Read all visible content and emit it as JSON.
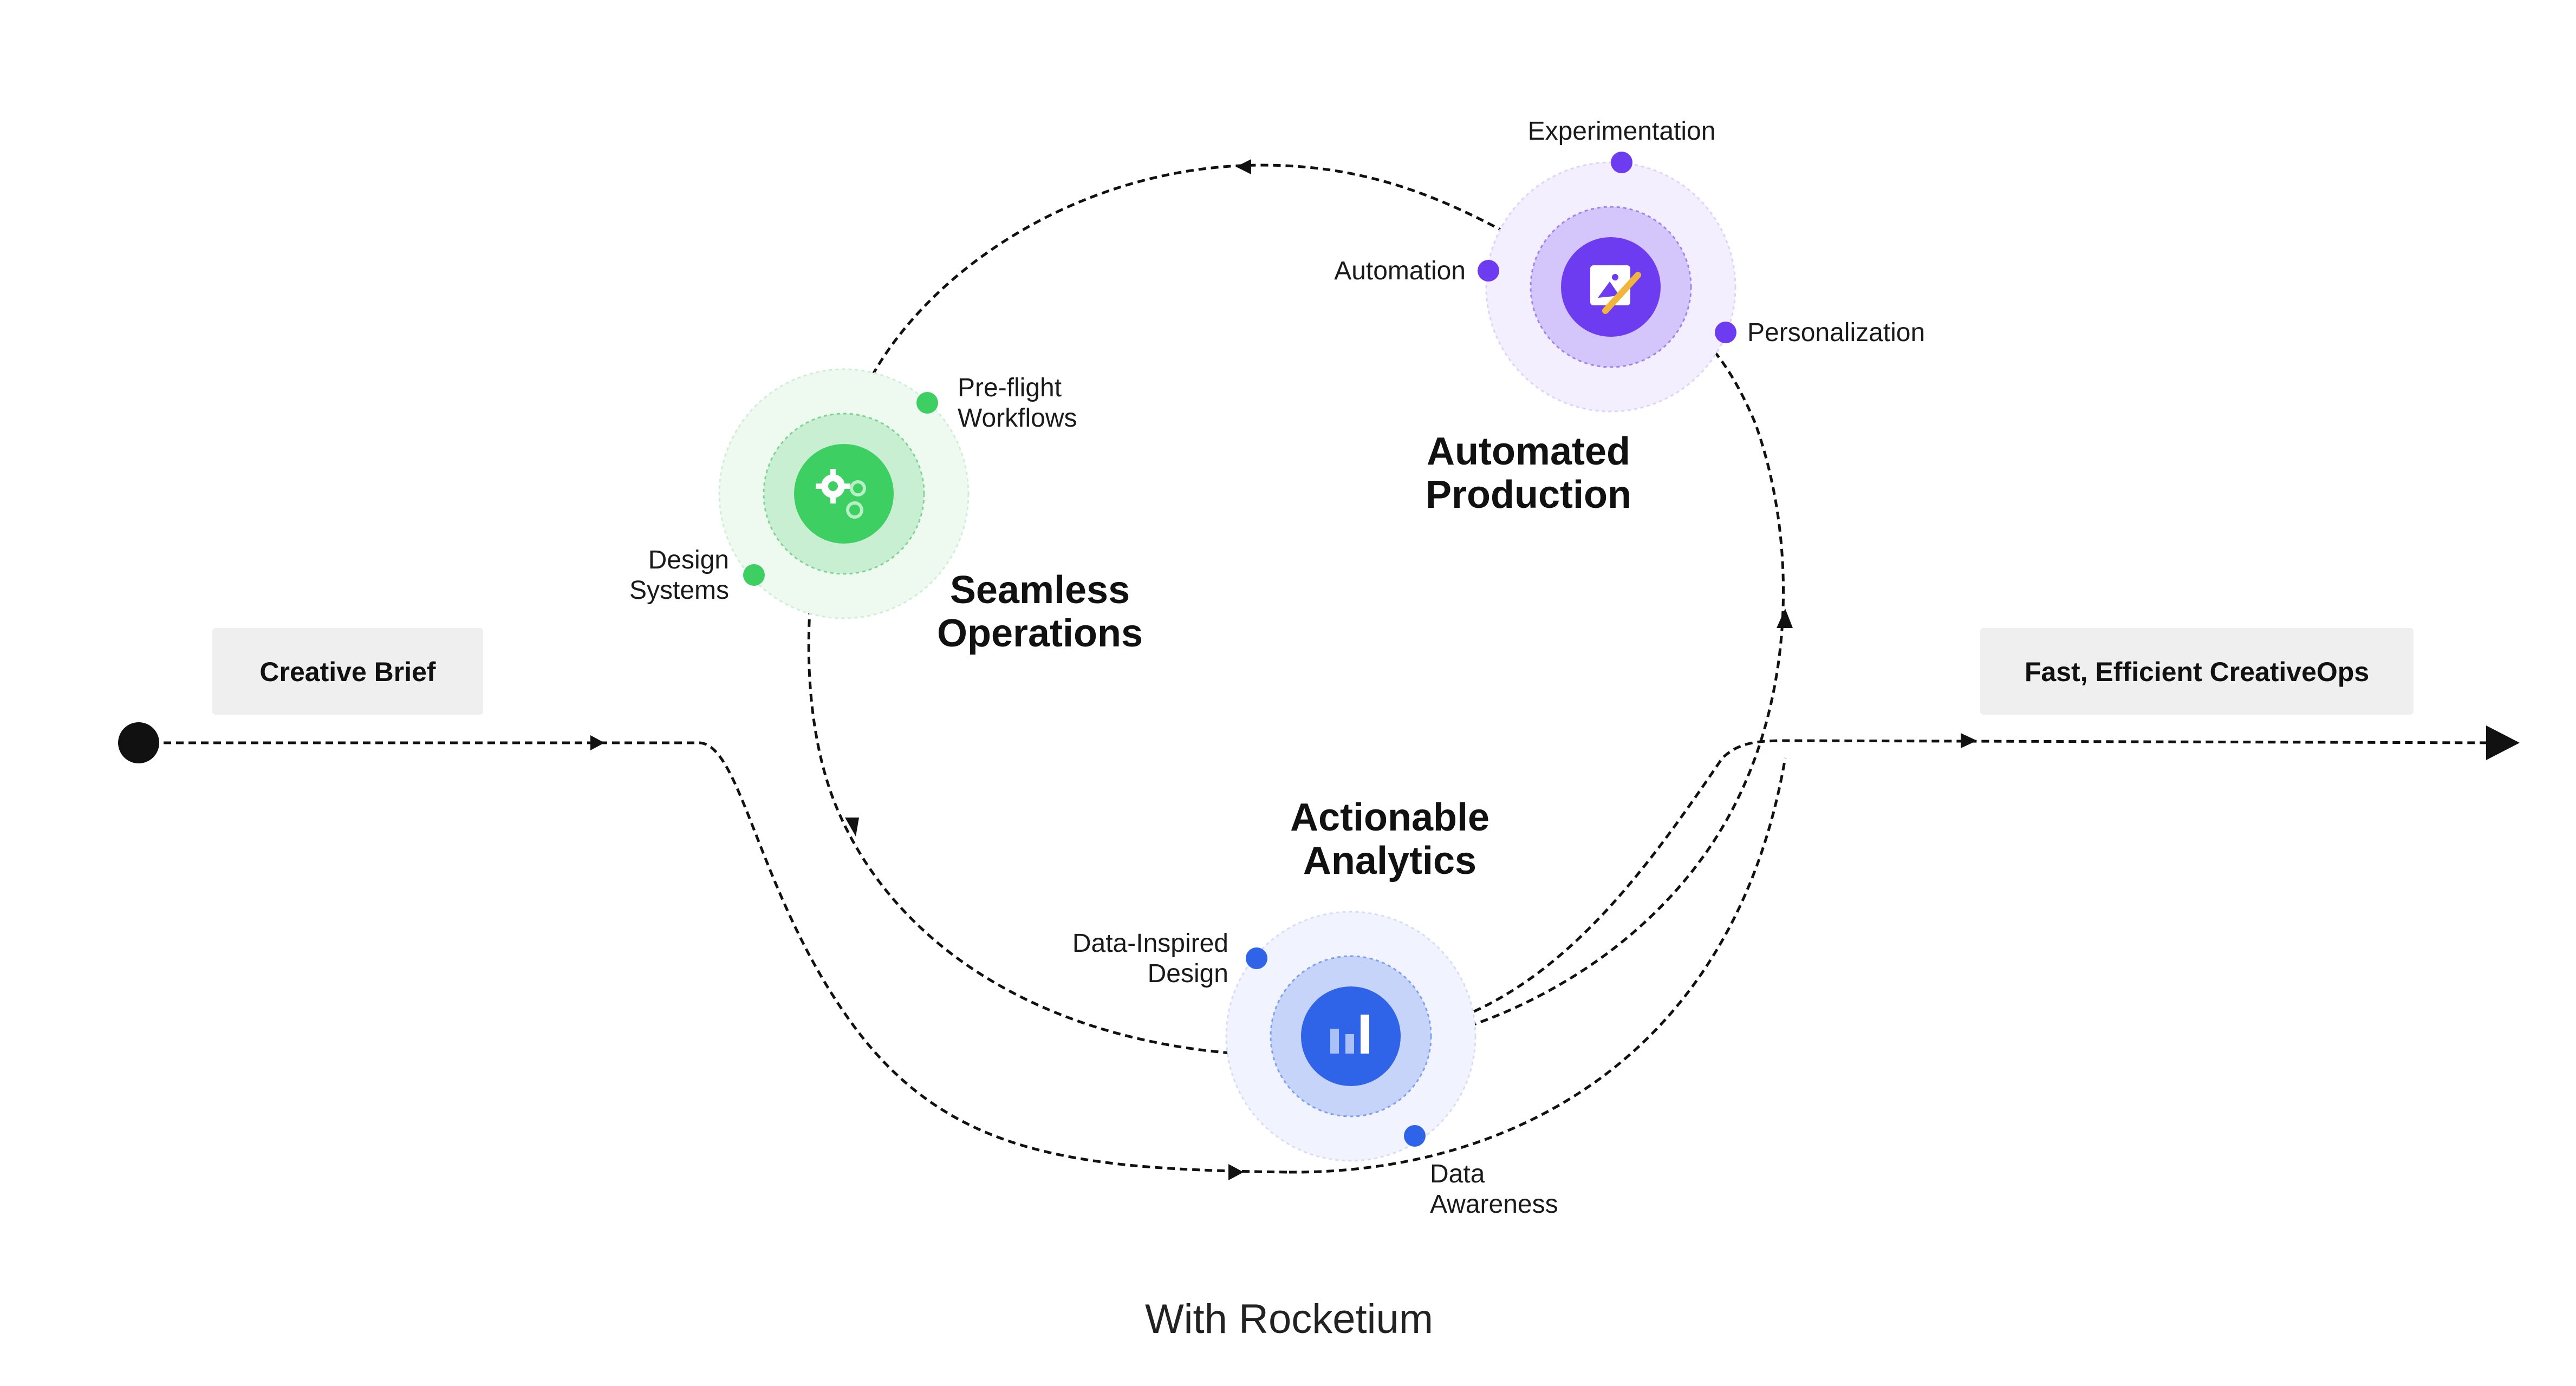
{
  "start_box": {
    "label": "Creative Brief"
  },
  "end_box": {
    "label": "Fast, Efficient CreativeOps"
  },
  "nodes": {
    "seamless_operations": {
      "title_line1": "Seamless",
      "title_line2": "Operations",
      "icon": "gears-icon",
      "color": "#3ecf62",
      "points": {
        "preflight": {
          "line1": "Pre-flight",
          "line2": "Workflows"
        },
        "design_systems": {
          "line1": "Design",
          "line2": "Systems"
        }
      }
    },
    "automated_production": {
      "title_line1": "Automated",
      "title_line2": "Production",
      "icon": "image-edit-icon",
      "color": "#6d3cf0",
      "points": {
        "experimentation": {
          "label": "Experimentation"
        },
        "automation": {
          "label": "Automation"
        },
        "personalization": {
          "label": "Personalization"
        }
      }
    },
    "actionable_analytics": {
      "title_line1": "Actionable",
      "title_line2": "Analytics",
      "icon": "bar-chart-icon",
      "color": "#2f63e8",
      "points": {
        "data_inspired": {
          "line1": "Data-Inspired",
          "line2": "Design"
        },
        "data_awareness": {
          "line1": "Data",
          "line2": "Awareness"
        }
      }
    }
  },
  "footer": {
    "text": "With Rocketium"
  }
}
